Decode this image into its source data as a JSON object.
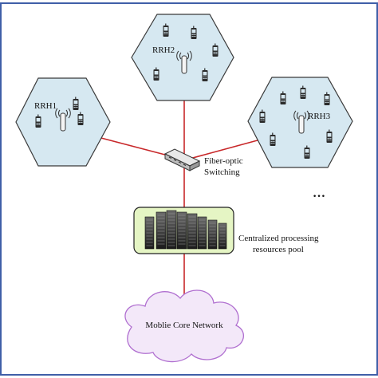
{
  "colors": {
    "frame": "#3f5fa8",
    "hex_fill": "#d6e8f1",
    "hex_stroke": "#3a3a3a",
    "fiber_link": "#c8282a",
    "cloud_fill": "#f3e8f9",
    "cloud_stroke": "#b06fd0",
    "pool_fill": "#e5f5c4"
  },
  "cells": [
    {
      "id": "rrh1",
      "label": "RRH1"
    },
    {
      "id": "rrh2",
      "label": "RRH2"
    },
    {
      "id": "rrh3",
      "label": "RRH3"
    }
  ],
  "more_cells_ellipsis": "…",
  "switch": {
    "label_line1": "Fiber-optic",
    "label_line2": "Switching",
    "icon": "network-switch-icon"
  },
  "pool": {
    "label_line1": "Centralized processing",
    "label_line2": "resources pool",
    "icon": "server-rack-icon"
  },
  "core": {
    "label": "Moblie Core Network",
    "icon": "cloud-icon"
  }
}
